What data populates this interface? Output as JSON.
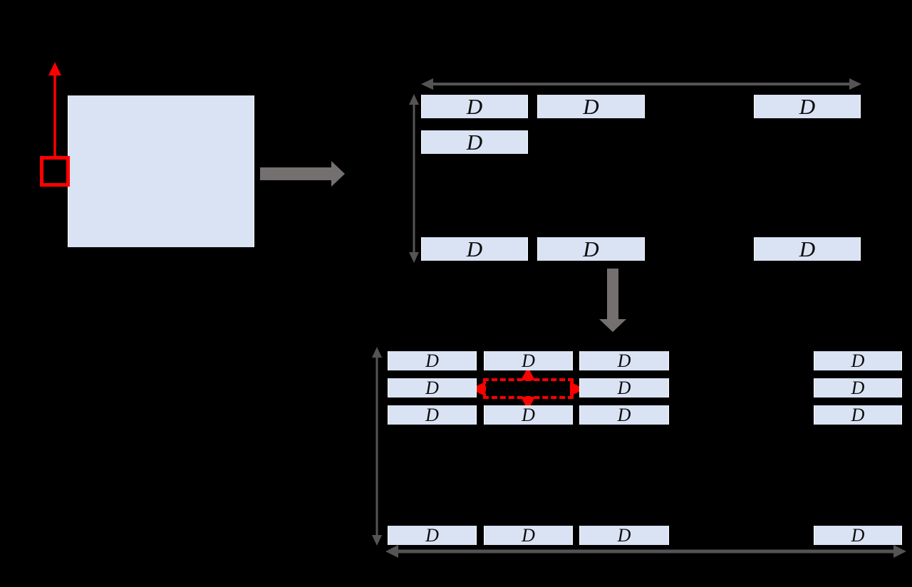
{
  "palette": {
    "background": "#000000",
    "block_fill": "#dae3f3",
    "block_edge": "#fdfdfe",
    "block_text": "#0c0c0c",
    "thin_arrow": "#545454",
    "thick_arrow": "#757070",
    "accent_red": "#ff0000"
  },
  "icons": {
    "marker_up_arrow_icon": "red thin up arrow (CSS/SVG line + triangle)",
    "expand_right_arrow_icon": "thick gray right block arrow (SVG polygon)",
    "expand_down_arrow_icon": "thick gray down block arrow (SVG polygon)",
    "span_horizontal_arrow_icon": "gray double-headed horizontal arrow (SVG)",
    "span_vertical_arrow_icon": "gray double-headed vertical arrow (SVG)",
    "move_up_arrow_icon": "red triangle up",
    "move_down_arrow_icon": "red triangle down",
    "move_left_arrow_icon": "red triangle left",
    "move_right_arrow_icon": "red triangle right"
  },
  "top_grid": {
    "row1": [
      "D",
      "D",
      "D"
    ],
    "row2": [
      "D"
    ],
    "row3": [
      "D",
      "D",
      "D"
    ]
  },
  "bottom_grid": {
    "row1": [
      "D",
      "D",
      "D",
      "D"
    ],
    "row2": [
      "D",
      "D",
      "D"
    ],
    "row3": [
      "D",
      "D",
      "D",
      "D"
    ],
    "row4": [
      "D",
      "D",
      "D",
      "D"
    ]
  }
}
